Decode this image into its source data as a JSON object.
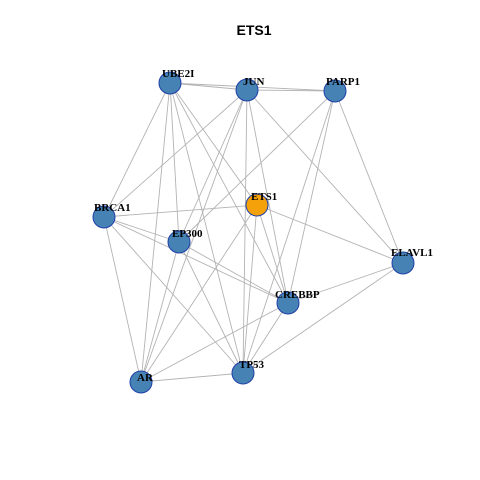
{
  "title": "ETS1",
  "colors": {
    "node_fill": "#4682b4",
    "node_border": "#1f3fa8",
    "focus_fill": "#f5a20a",
    "focus_border": "#c07a00",
    "edge": "#b3b3b3"
  },
  "network": {
    "focus": "ETS1",
    "nodes": [
      {
        "id": "UBE2I",
        "label": "UBE2I"
      },
      {
        "id": "JUN",
        "label": "JUN"
      },
      {
        "id": "PARP1",
        "label": "PARP1"
      },
      {
        "id": "ETS1",
        "label": "ETS1"
      },
      {
        "id": "BRCA1",
        "label": "BRCA1"
      },
      {
        "id": "EP300",
        "label": "EP300"
      },
      {
        "id": "ELAVL1",
        "label": "ELAVL1"
      },
      {
        "id": "CREBBP",
        "label": "CREBBP"
      },
      {
        "id": "AR",
        "label": "AR"
      },
      {
        "id": "TP53",
        "label": "TP53"
      }
    ],
    "edges": [
      [
        "UBE2I",
        "JUN"
      ],
      [
        "UBE2I",
        "PARP1"
      ],
      [
        "UBE2I",
        "BRCA1"
      ],
      [
        "UBE2I",
        "EP300"
      ],
      [
        "UBE2I",
        "CREBBP"
      ],
      [
        "UBE2I",
        "AR"
      ],
      [
        "UBE2I",
        "TP53"
      ],
      [
        "UBE2I",
        "ETS1"
      ],
      [
        "JUN",
        "PARP1"
      ],
      [
        "JUN",
        "BRCA1"
      ],
      [
        "JUN",
        "EP300"
      ],
      [
        "JUN",
        "ELAVL1"
      ],
      [
        "JUN",
        "CREBBP"
      ],
      [
        "JUN",
        "TP53"
      ],
      [
        "JUN",
        "AR"
      ],
      [
        "PARP1",
        "EP300"
      ],
      [
        "PARP1",
        "ELAVL1"
      ],
      [
        "PARP1",
        "CREBBP"
      ],
      [
        "PARP1",
        "TP53"
      ],
      [
        "ETS1",
        "BRCA1"
      ],
      [
        "ETS1",
        "ELAVL1"
      ],
      [
        "ETS1",
        "CREBBP"
      ],
      [
        "ETS1",
        "TP53"
      ],
      [
        "ETS1",
        "AR"
      ],
      [
        "BRCA1",
        "EP300"
      ],
      [
        "BRCA1",
        "CREBBP"
      ],
      [
        "BRCA1",
        "AR"
      ],
      [
        "BRCA1",
        "TP53"
      ],
      [
        "EP300",
        "CREBBP"
      ],
      [
        "EP300",
        "AR"
      ],
      [
        "EP300",
        "TP53"
      ],
      [
        "ELAVL1",
        "CREBBP"
      ],
      [
        "ELAVL1",
        "TP53"
      ],
      [
        "CREBBP",
        "AR"
      ],
      [
        "CREBBP",
        "TP53"
      ],
      [
        "AR",
        "TP53"
      ]
    ]
  }
}
